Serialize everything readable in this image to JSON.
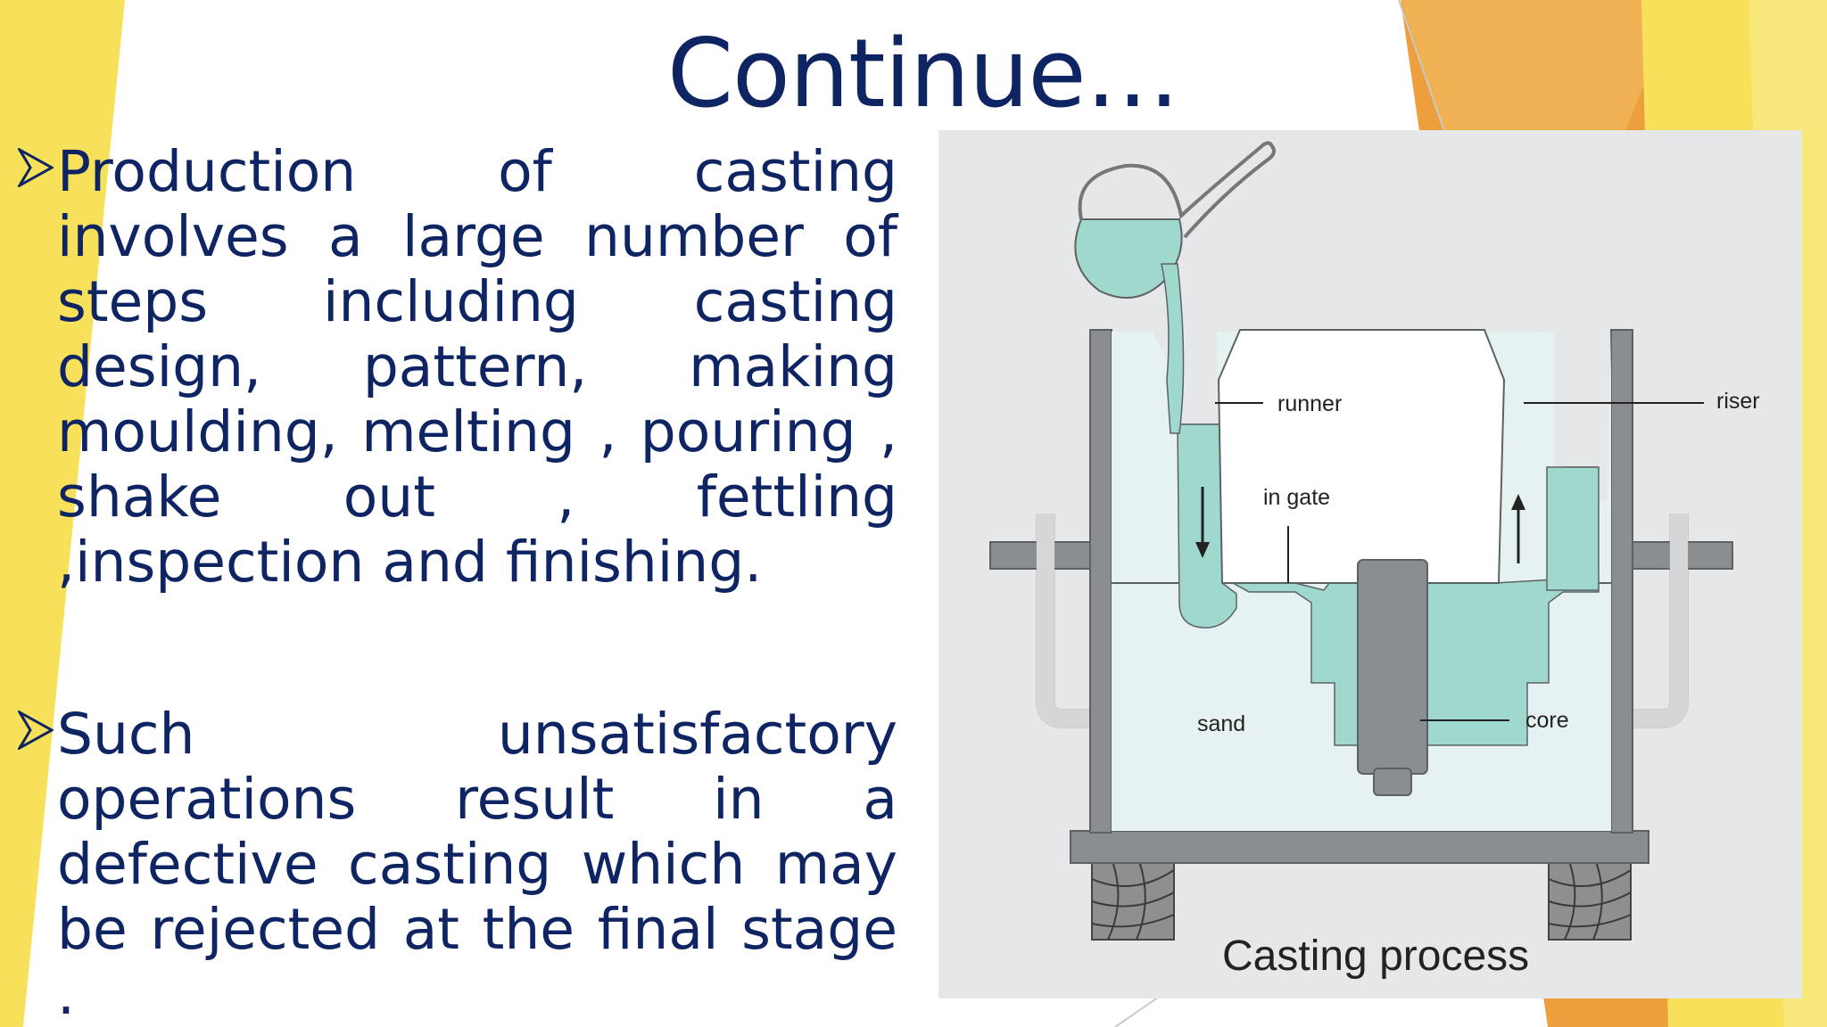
{
  "slide": {
    "title": "Continue…"
  },
  "bullets": [
    {
      "icon": "arrowhead-bullet-icon",
      "text": "Production of casting involves a large number of steps including casting design, pattern, making moulding, melting , pouring , shake out , fettling ,inspection and finishing."
    },
    {
      "icon": "arrowhead-bullet-icon",
      "text": "Such unsatisfactory operations result in a defective casting which may be rejected at the final stage ."
    }
  ],
  "figure": {
    "caption": "Casting process",
    "labels": {
      "runner": "runner",
      "riser": "riser",
      "in_gate": "in gate",
      "sand": "sand",
      "core": "core"
    }
  },
  "colors": {
    "title_text": "#0f2563",
    "body_text": "#0f2563",
    "accent_yellow": "#f7e15a",
    "accent_orange": "#ec9f3c",
    "molten_metal": "#9fd8cd",
    "sand": "#e6f2f1",
    "diagram_bg": "#e6e7e8",
    "frame_gray": "#8b8e91"
  }
}
